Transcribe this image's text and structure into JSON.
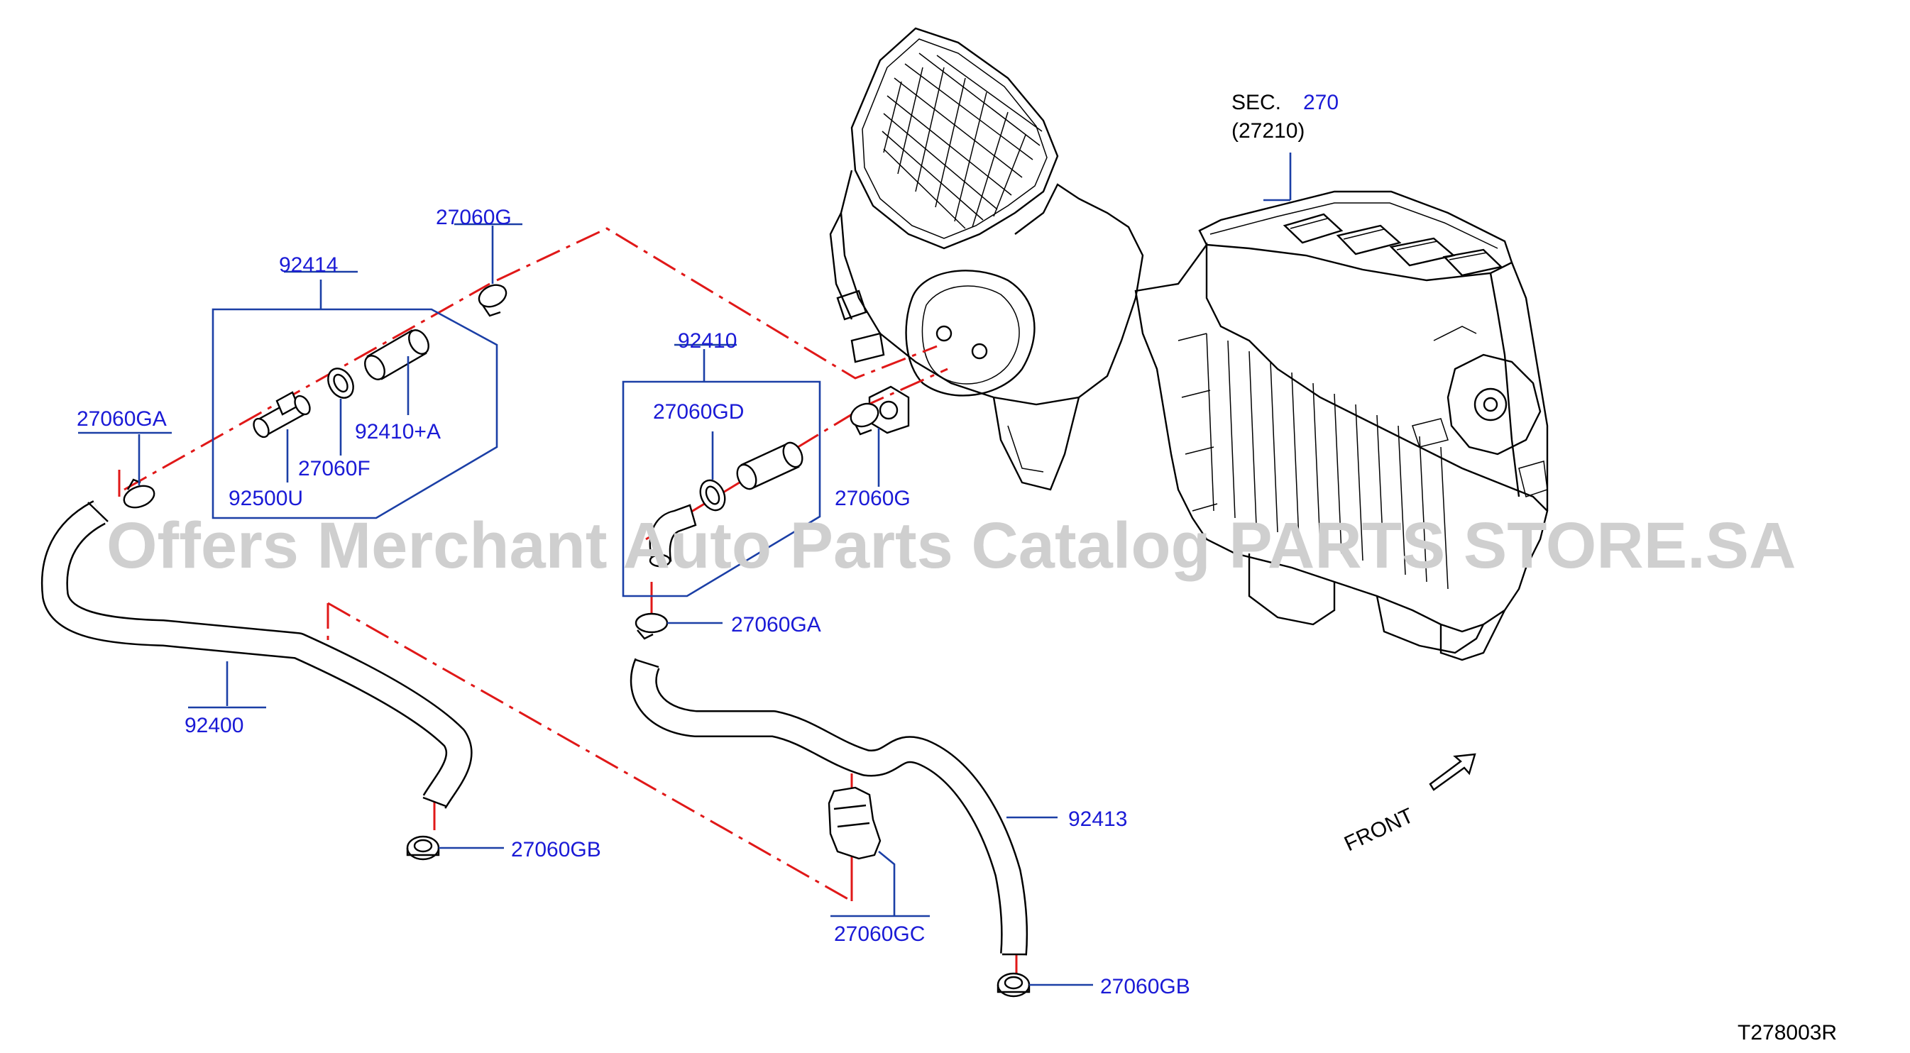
{
  "watermark": "Offers Merchant Auto Parts Catalog PARTS STORE.SA",
  "diagram_code": "T278003R",
  "front_label": "FRONT",
  "section_ref": {
    "prefix": "SEC.",
    "number": "270",
    "sub": "(27210)"
  },
  "callouts": {
    "c27060G_top": "27060G",
    "c92414": "92414",
    "c27060GA_left": "27060GA",
    "c92410A": "92410+A",
    "c27060F": "27060F",
    "c92500U": "92500U",
    "c92410": "92410",
    "c27060GD": "27060GD",
    "c27060G_mid": "27060G",
    "c27060GA_mid": "27060GA",
    "c92400": "92400",
    "c27060GB_left": "27060GB",
    "c92413": "92413",
    "c27060GC": "27060GC",
    "c27060GB_right": "27060GB"
  },
  "colors": {
    "callout_text": "#1a1ad6",
    "leader_line": "#1b3fa6",
    "centerline": "#e01818",
    "watermark": "#cfcfcf"
  }
}
